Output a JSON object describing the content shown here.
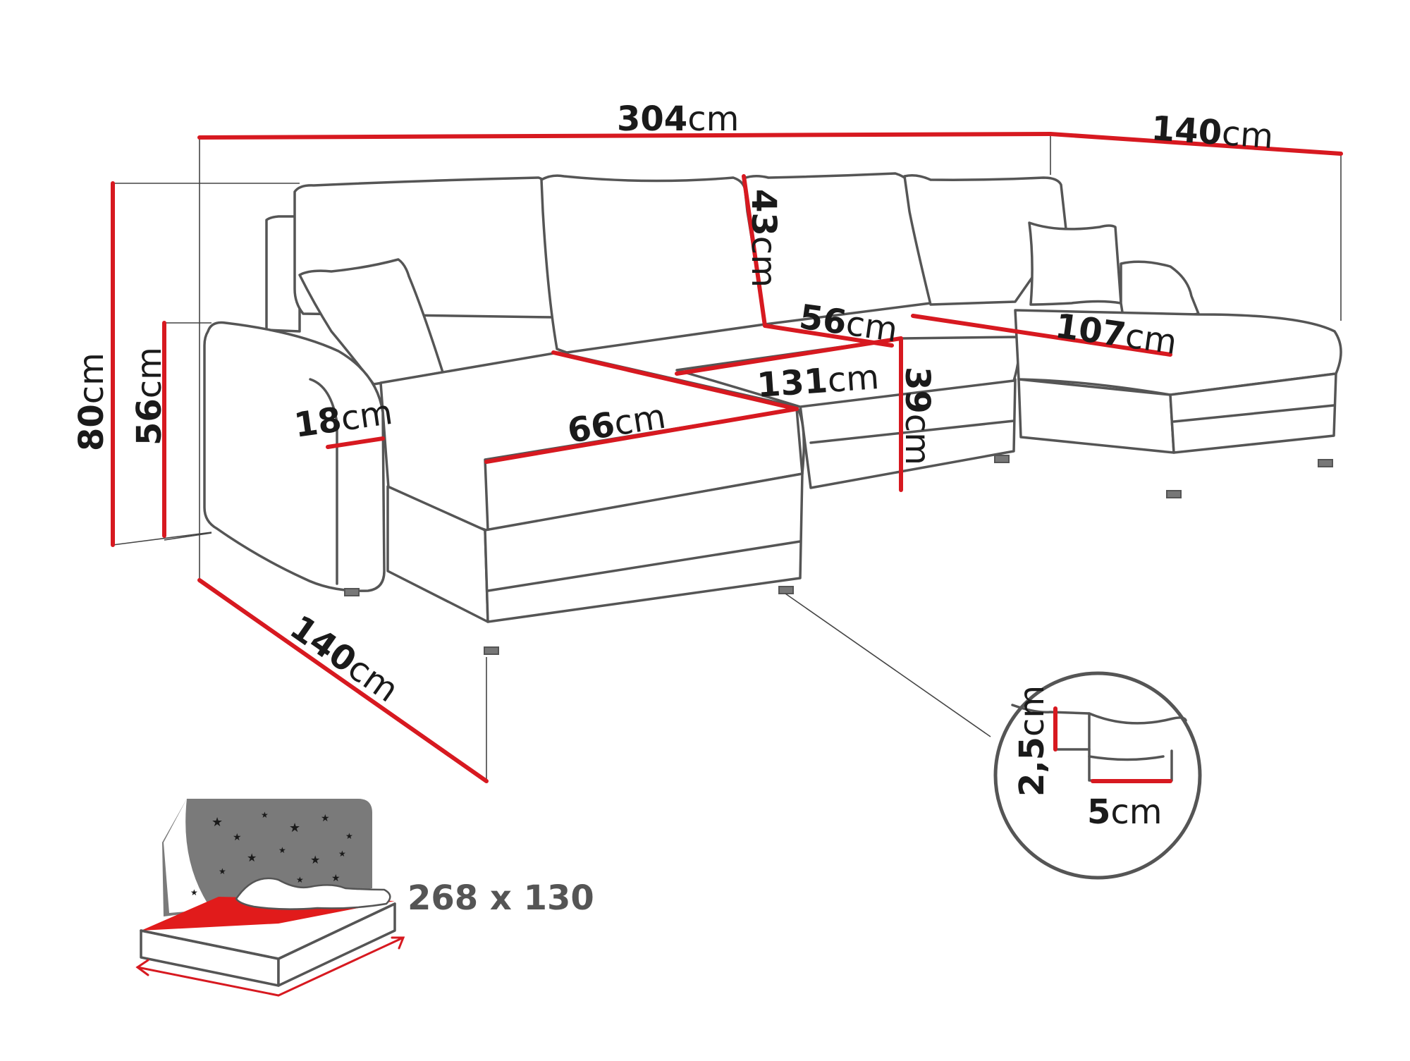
{
  "unit": "cm",
  "dimensions": {
    "total_width": "304",
    "right_depth": "140",
    "left_depth": "140",
    "total_height": "80",
    "seat_height": "56",
    "backrest_height": "43",
    "armrest_width": "18",
    "left_seat_depth": "66",
    "middle_seat_depth": "56",
    "middle_seat_width": "131",
    "middle_base_height": "39",
    "right_seat_depth": "107",
    "leg_height": "2,5",
    "leg_width": "5"
  },
  "bed_size": "268 x 130",
  "colors": {
    "dimension_line": "#d71920",
    "outline": "#555555",
    "bed_surface": "#e11b1b",
    "night_sky": "#7a7a7a"
  },
  "icons": [
    "stars-icon",
    "moon-icon",
    "pillows-icon",
    "double-arrow-icon"
  ]
}
